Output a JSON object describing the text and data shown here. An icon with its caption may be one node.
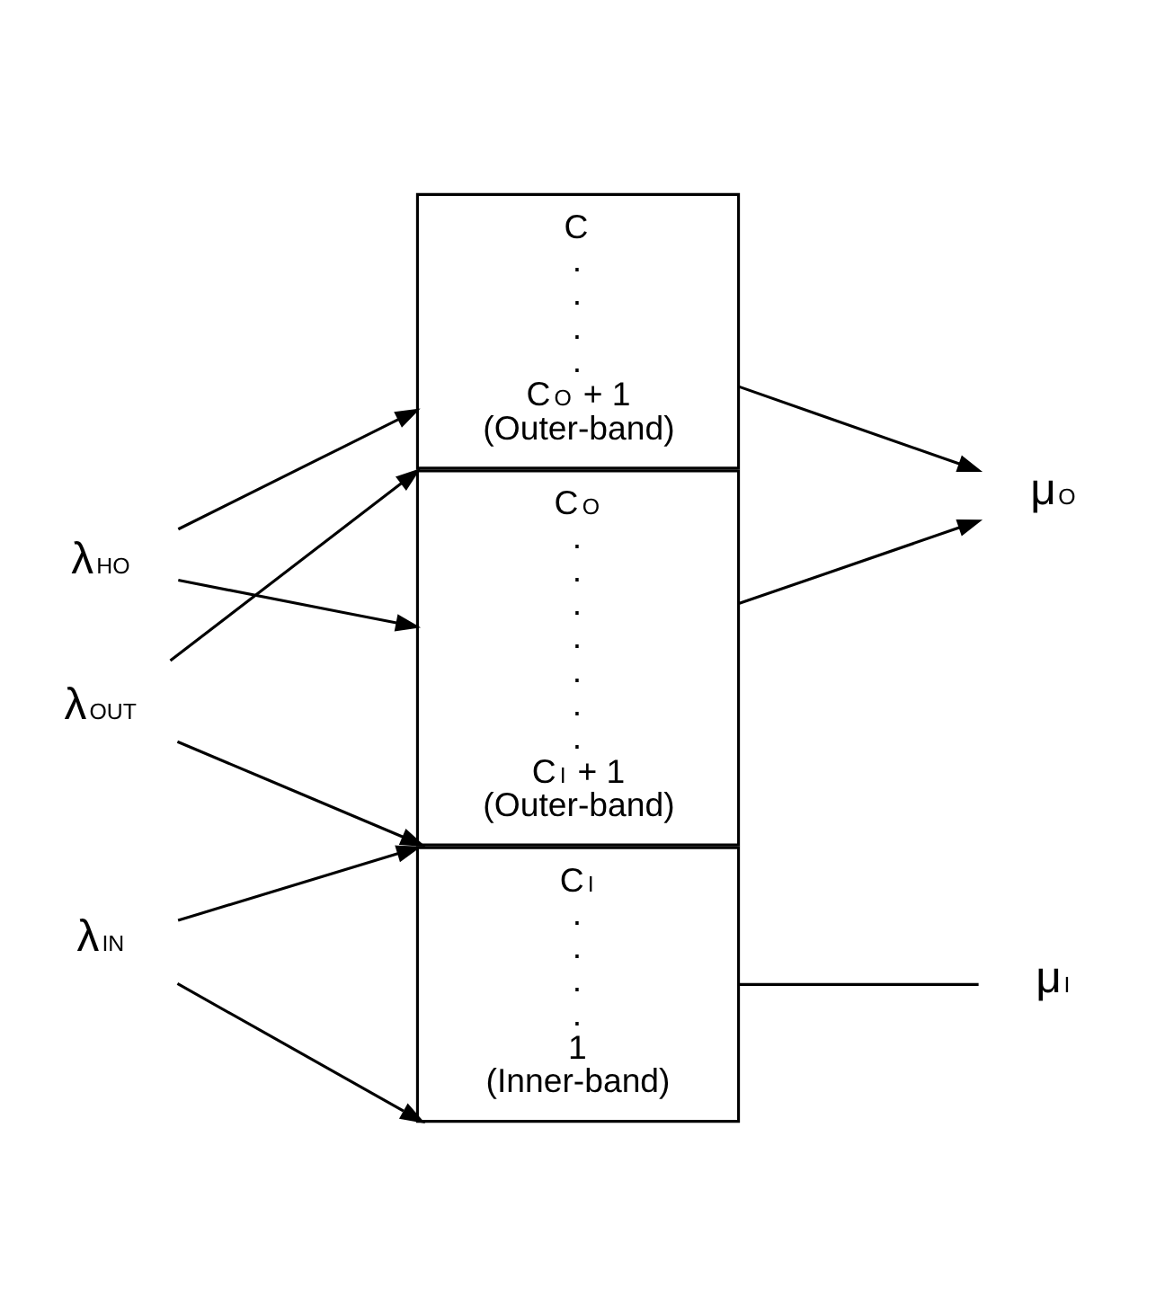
{
  "diagram": {
    "nodes": [
      {
        "text": [
          "C",
          ".",
          ".",
          ".",
          ".",
          "C$_{O}$ + 1",
          "(Outer-band)"
        ]
      },
      {
        "text": [
          "C$_{O}$",
          ".",
          ".",
          ".",
          ".",
          ".",
          ".",
          ".",
          "C$_{I}$ + 1",
          "(Outer-band)"
        ]
      },
      {
        "text": [
          "C$_{I}$",
          ".",
          ".",
          ".",
          ".",
          "1",
          "(Inner-band)"
        ]
      },
      {
        "text": [
          "λ$_{HO}$"
        ]
      },
      {
        "text": [
          "λ$_{OUT}$"
        ]
      },
      {
        "text": [
          "λ$_{IN}$"
        ]
      },
      {
        "text": [
          "μ$_{O}$"
        ]
      },
      {
        "text": [
          "μ$_{I}$"
        ]
      }
    ],
    "edges": [
      {
        "from": 3,
        "to": 0,
        "arrow": "to"
      },
      {
        "from": 3,
        "to": 1,
        "arrow": "to"
      },
      {
        "from": 4,
        "to": 1,
        "arrow": "to"
      },
      {
        "from": 4,
        "to": 1,
        "arrow": "to"
      },
      {
        "from": 5,
        "to": 2,
        "arrow": "to"
      },
      {
        "from": 5,
        "to": 2,
        "arrow": "to"
      },
      {
        "from": 0,
        "to": 6,
        "arrow": "to"
      },
      {
        "from": 1,
        "to": 6,
        "arrow": "to"
      },
      {
        "from": 2,
        "to": 7,
        "arrow": "none"
      }
    ]
  }
}
